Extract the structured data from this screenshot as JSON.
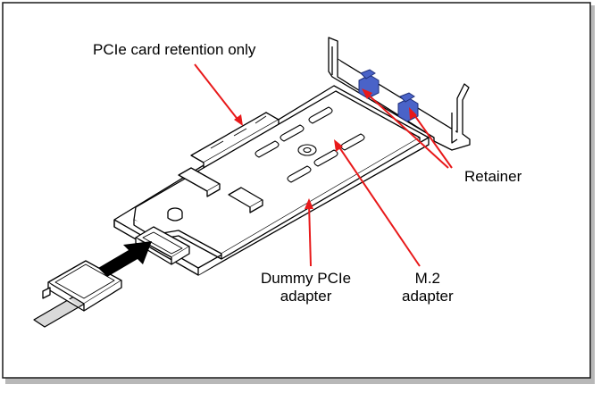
{
  "figure": {
    "labels": {
      "retention": "PCIe card retention only",
      "retainer": "Retainer",
      "dummy_line1": "Dummy PCIe",
      "dummy_line2": "adapter",
      "m2_line1": "M.2",
      "m2_line2": "adapter"
    },
    "colors": {
      "arrow": "#e8191a",
      "retainer_clip": "#4a63c8",
      "line": "#000000",
      "frame_shadow": "#9a9a9a"
    }
  }
}
